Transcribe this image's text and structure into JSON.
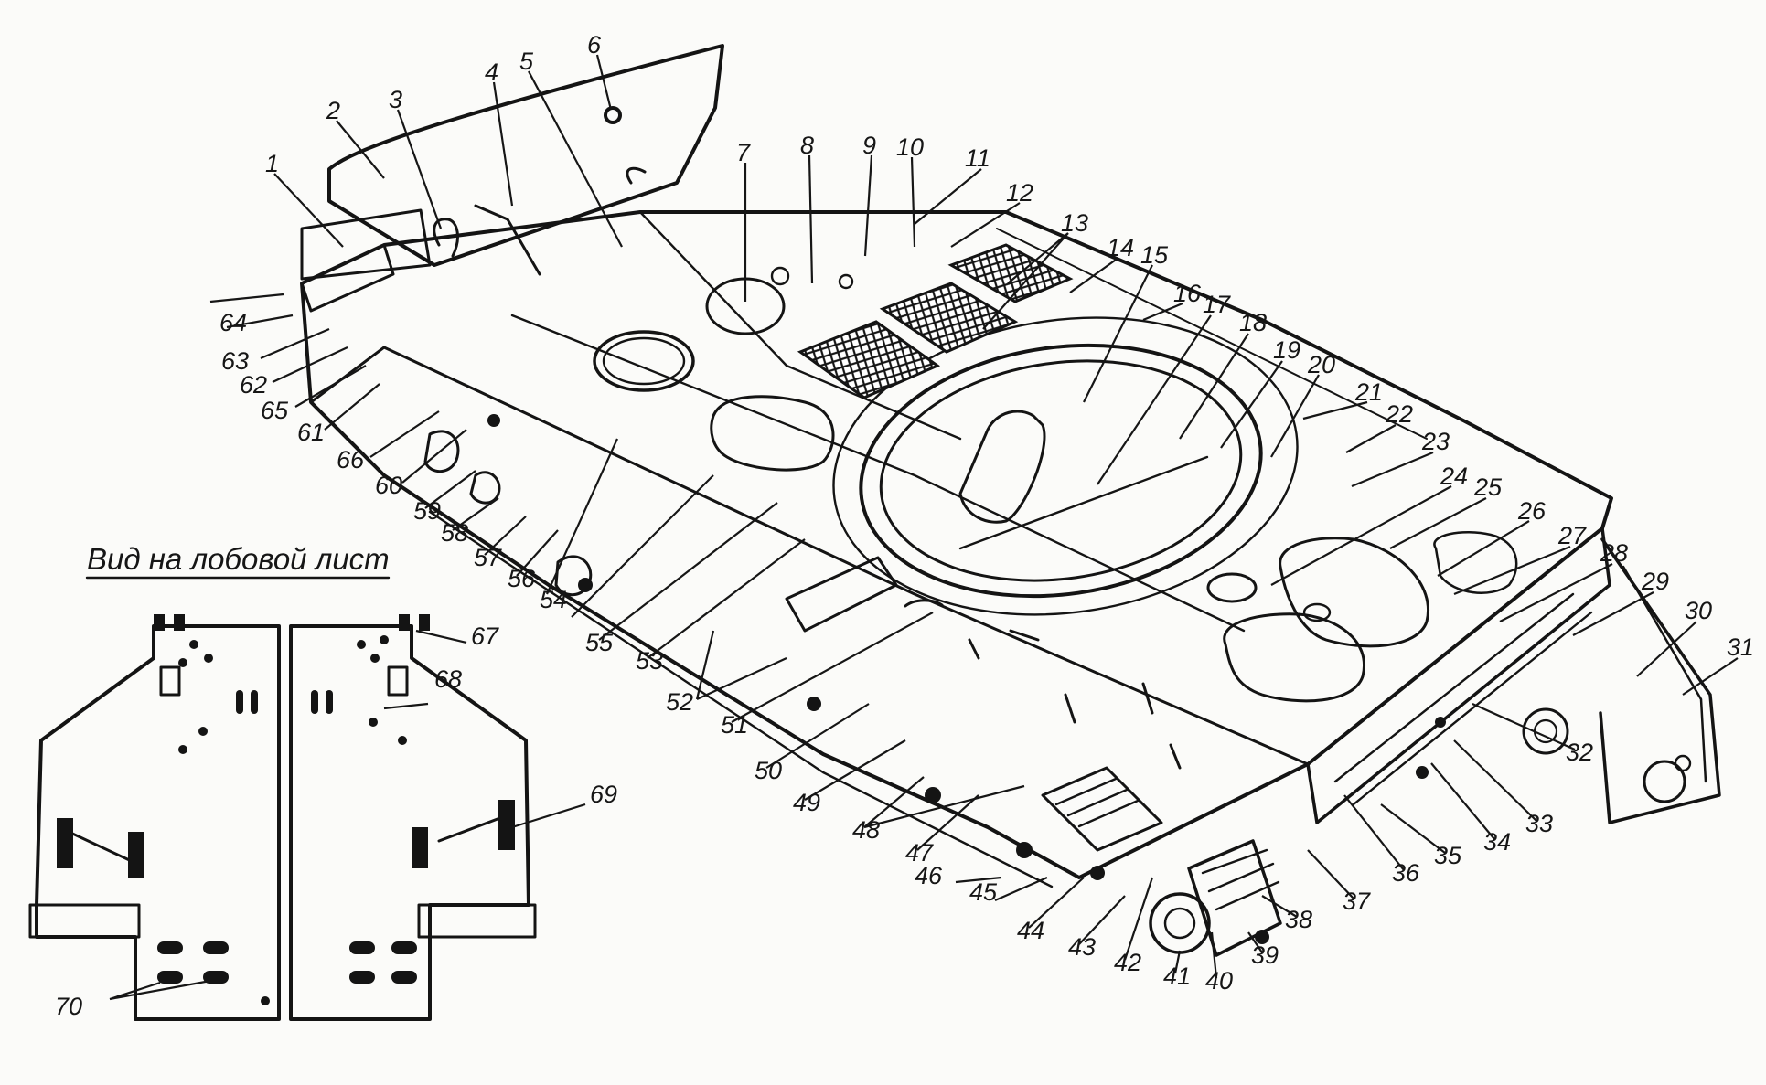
{
  "diagram": {
    "inset_caption": "Вид на лобовой лист",
    "callouts": [
      "1",
      "2",
      "3",
      "4",
      "5",
      "6",
      "7",
      "8",
      "9",
      "10",
      "11",
      "12",
      "13",
      "14",
      "15",
      "16",
      "17",
      "18",
      "19",
      "20",
      "21",
      "22",
      "23",
      "24",
      "25",
      "26",
      "27",
      "28",
      "29",
      "30",
      "31",
      "32",
      "33",
      "34",
      "35",
      "36",
      "37",
      "38",
      "39",
      "40",
      "41",
      "42",
      "43",
      "44",
      "45",
      "46",
      "47",
      "48",
      "49",
      "50",
      "51",
      "52",
      "53",
      "54",
      "55",
      "56",
      "57",
      "58",
      "59",
      "60",
      "61",
      "62",
      "63",
      "64",
      "65",
      "66",
      "67",
      "68",
      "69",
      "70"
    ]
  }
}
